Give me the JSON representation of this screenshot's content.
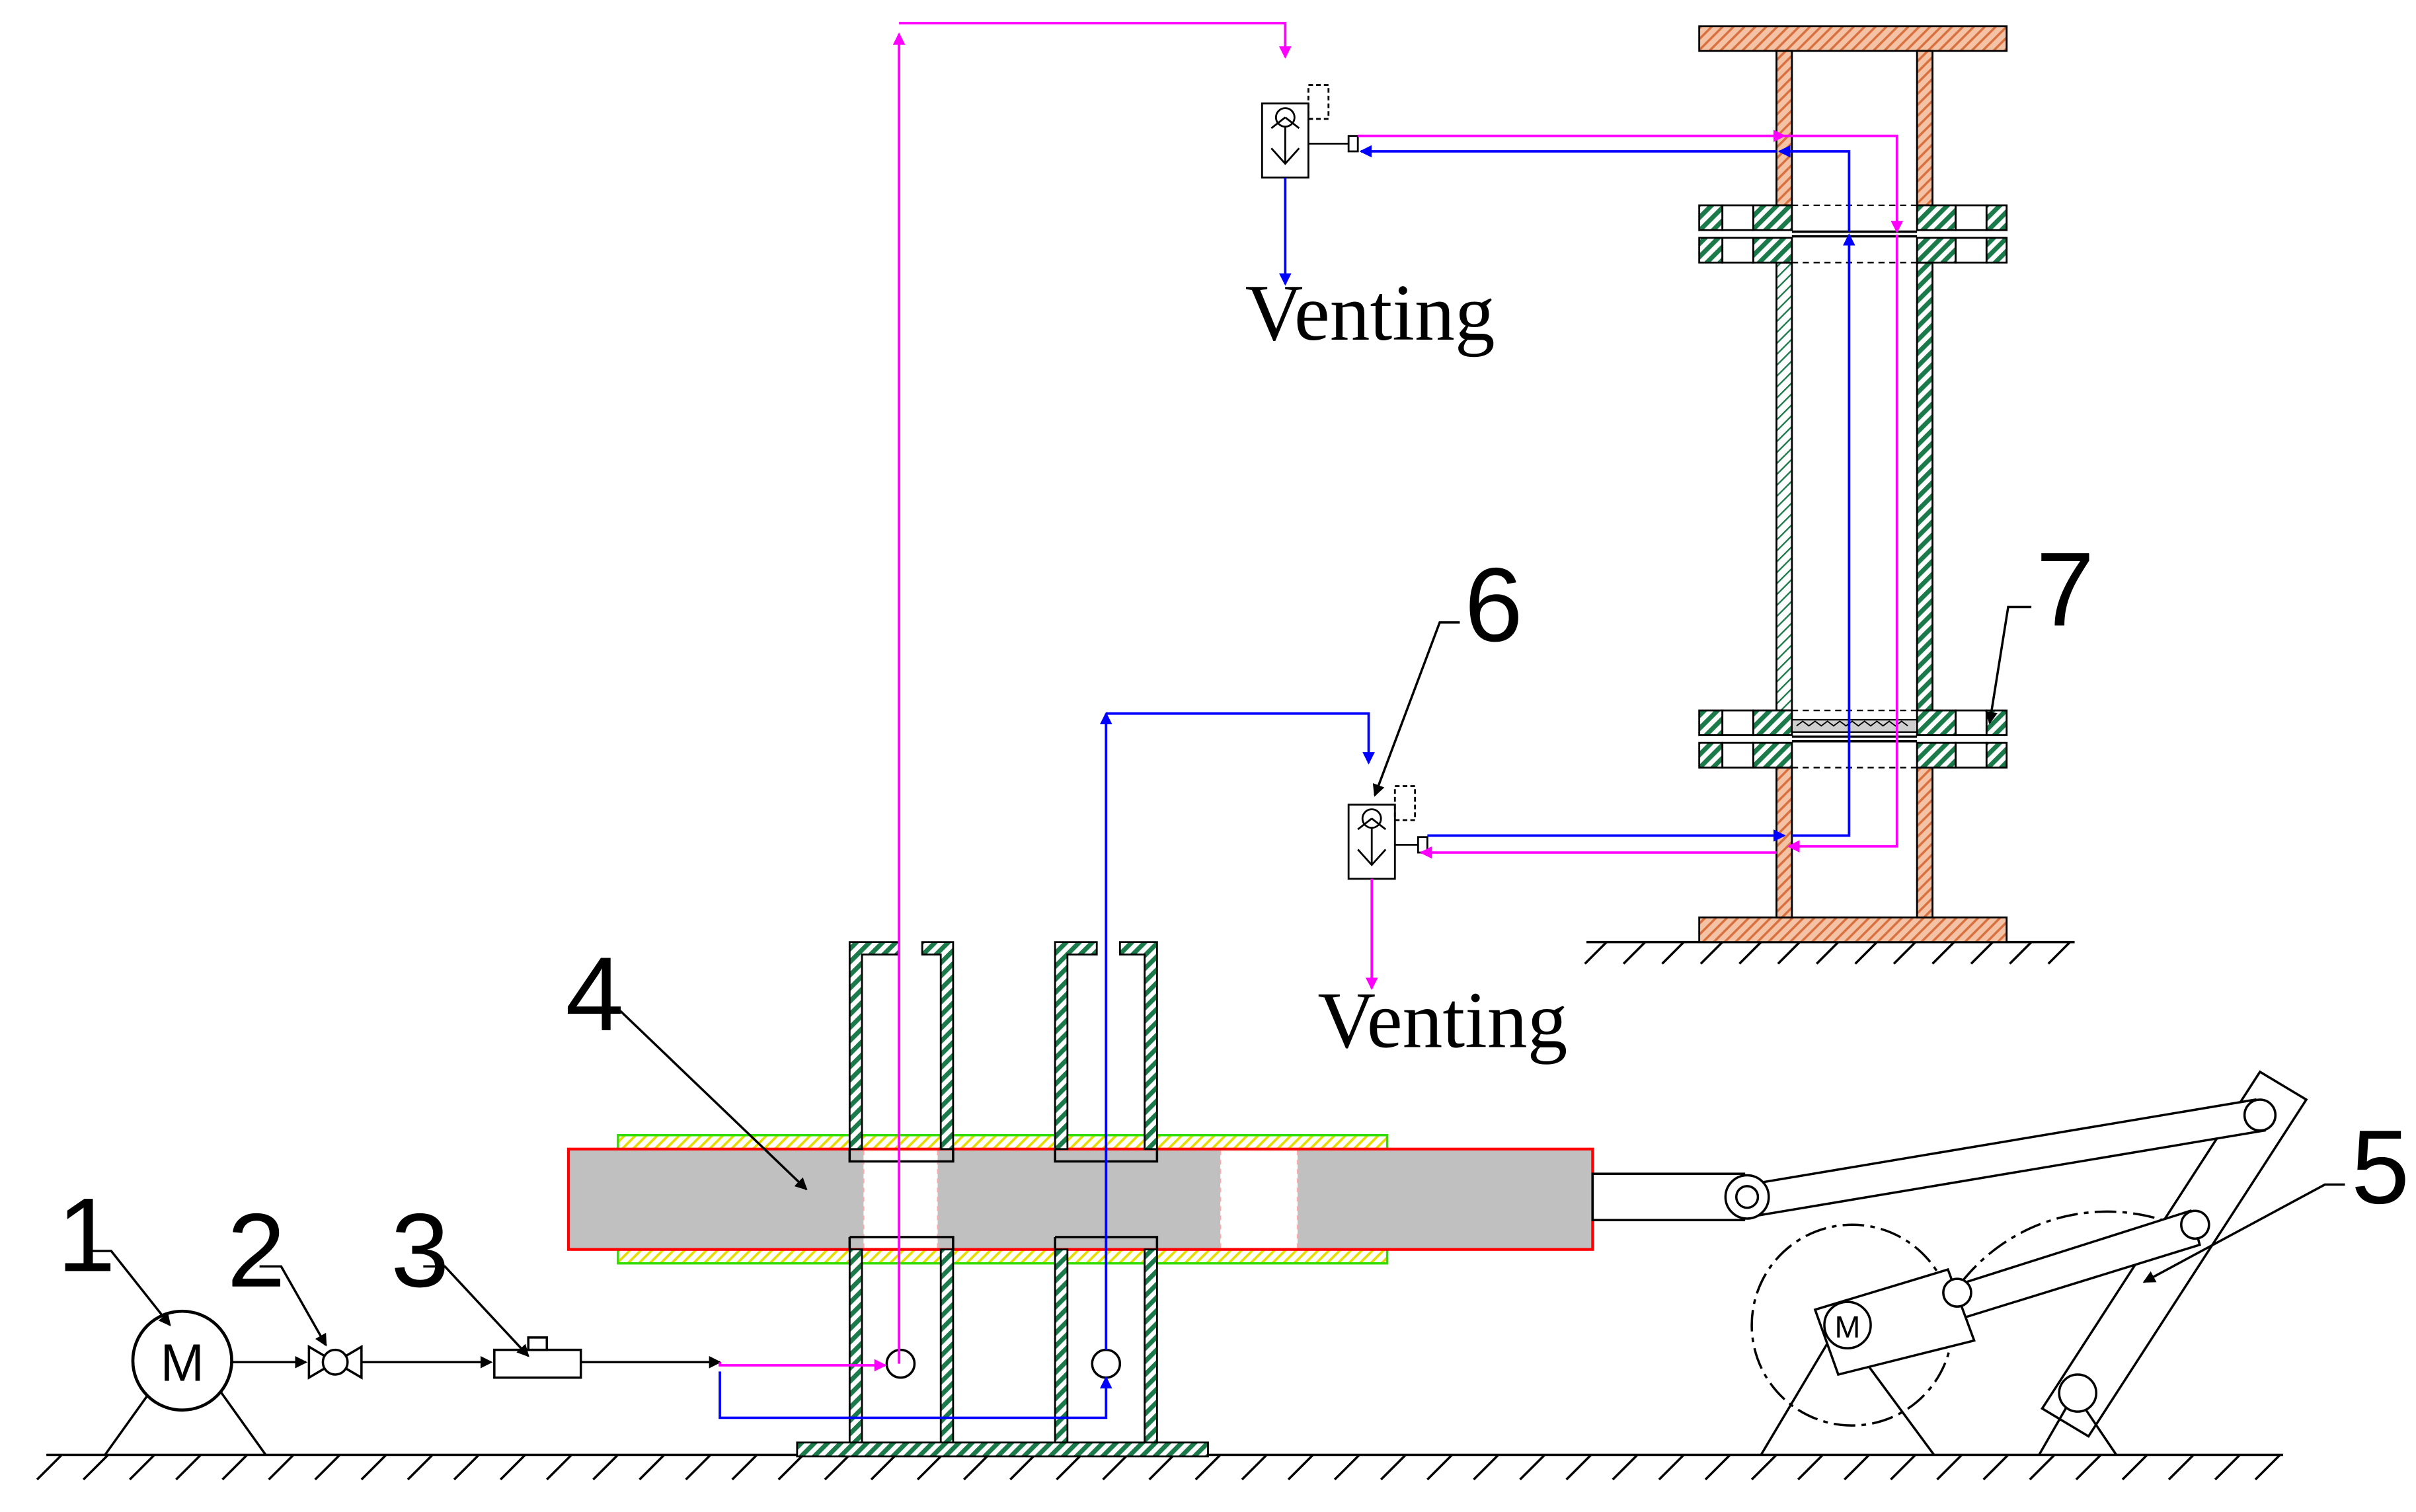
{
  "labels": {
    "motor": "M",
    "small_motor": "M",
    "n1": "1",
    "n2": "2",
    "n3": "3",
    "n4": "4",
    "n5": "5",
    "n6": "6",
    "n7": "7",
    "venting_top": "Venting",
    "venting_bottom": "Venting"
  },
  "colors": {
    "magenta_line": "#ff00ff",
    "blue_line": "#0000ff",
    "green_hatch": "#1b7a4a",
    "copper_hatch": "#e07b4a",
    "red_outline": "#ff0000",
    "gray_fill": "#c0c0c0",
    "yellow_hatch": "#e8e000",
    "lime_outline": "#33dd00"
  }
}
